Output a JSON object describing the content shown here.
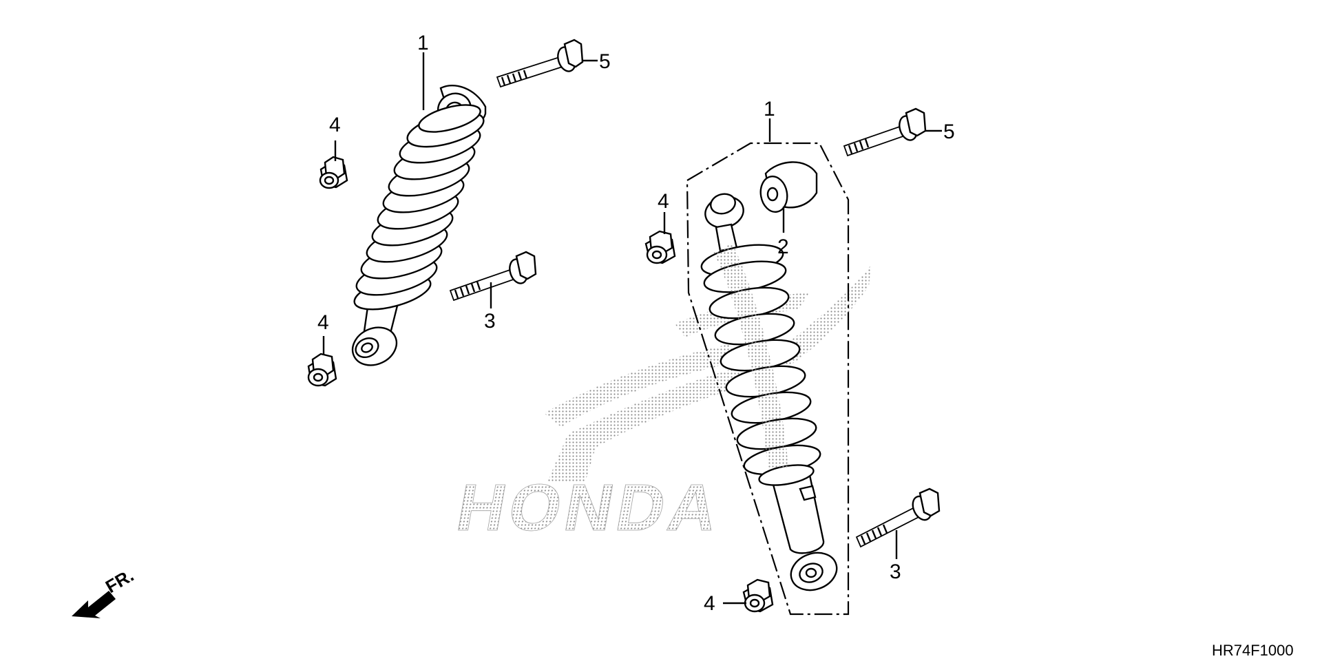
{
  "diagram_code": "HR74F1000",
  "front_indicator": "FR.",
  "watermark": {
    "brand": "HONDA"
  },
  "colors": {
    "ink": "#000000",
    "background": "#ffffff",
    "watermark_dots": "#8c8c8c"
  },
  "callouts": {
    "left_shock": "1",
    "left_bolt_top": "5",
    "left_bolt_mid": "3",
    "left_nut_top": "4",
    "left_nut_bottom": "4",
    "right_shock": "1",
    "right_bushing": "2",
    "right_bolt_top": "5",
    "right_bolt_bottom": "3",
    "right_nut_top": "4",
    "right_nut_bottom": "4"
  }
}
